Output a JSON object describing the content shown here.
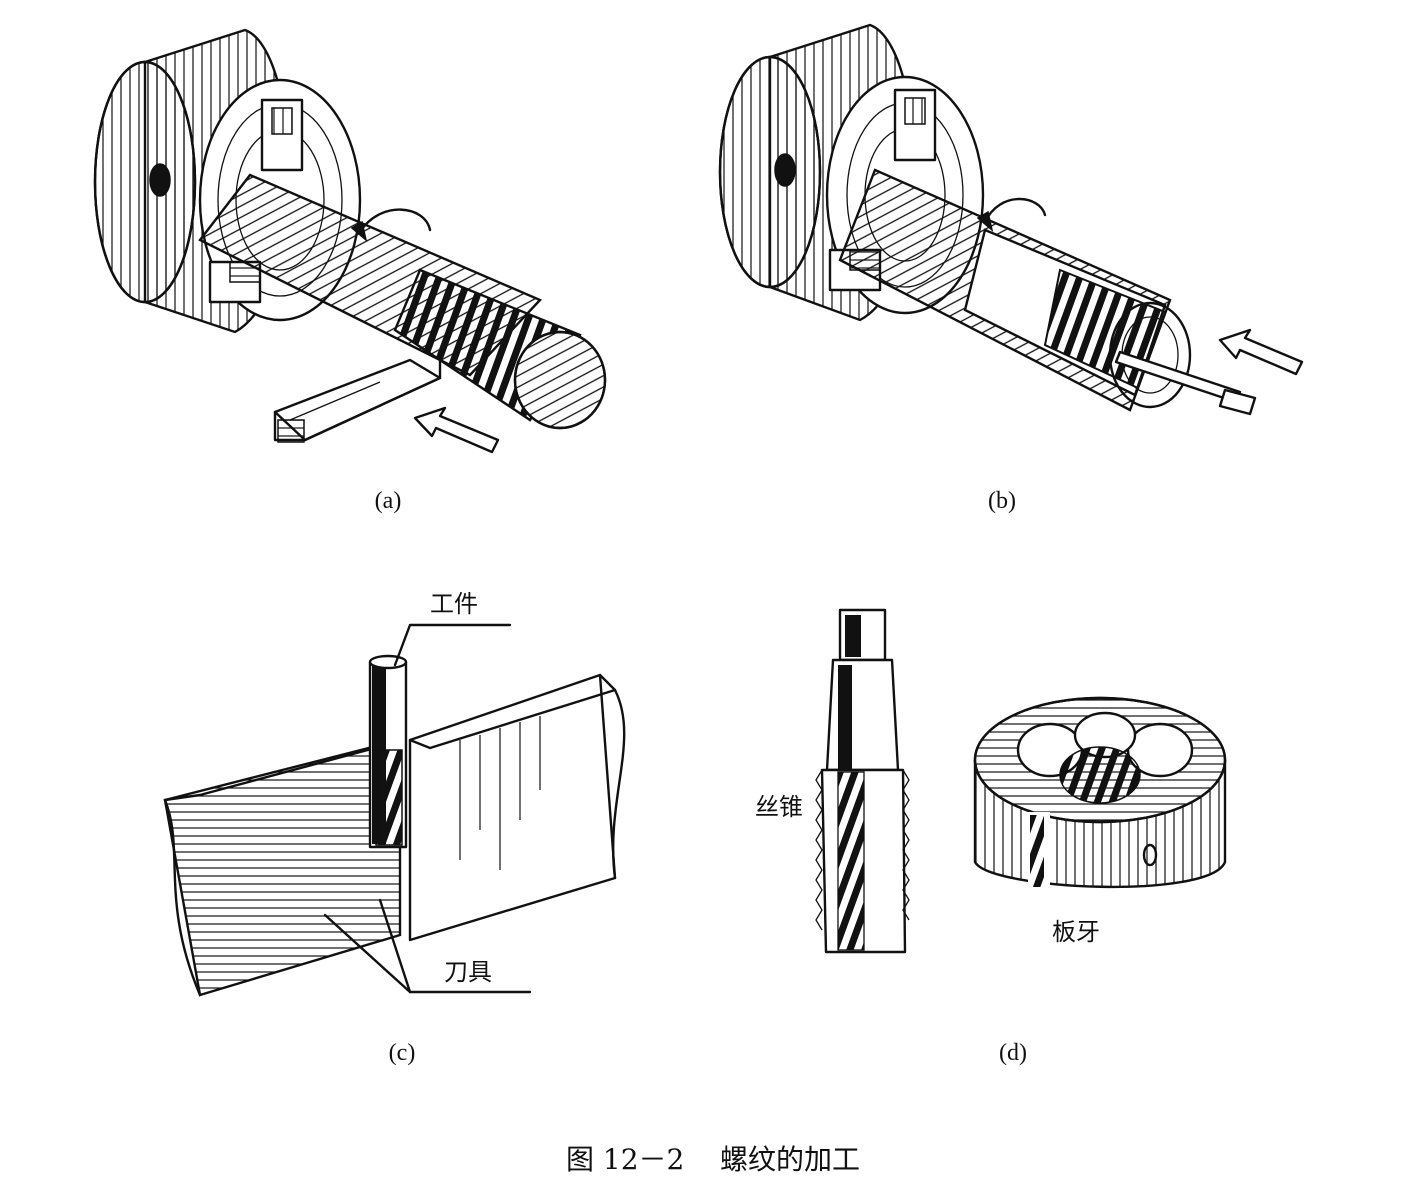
{
  "panels": {
    "a": {
      "label": "(a)"
    },
    "b": {
      "label": "(b)"
    },
    "c": {
      "label": "(c)",
      "workpiece": "工件",
      "tool": "刀具"
    },
    "d": {
      "label": "(d)",
      "tap": "丝锥",
      "die": "板牙"
    }
  },
  "caption": {
    "number": "图 12－2",
    "title": "螺纹的加工"
  },
  "colors": {
    "ink": "#111111",
    "paper": "#ffffff"
  }
}
